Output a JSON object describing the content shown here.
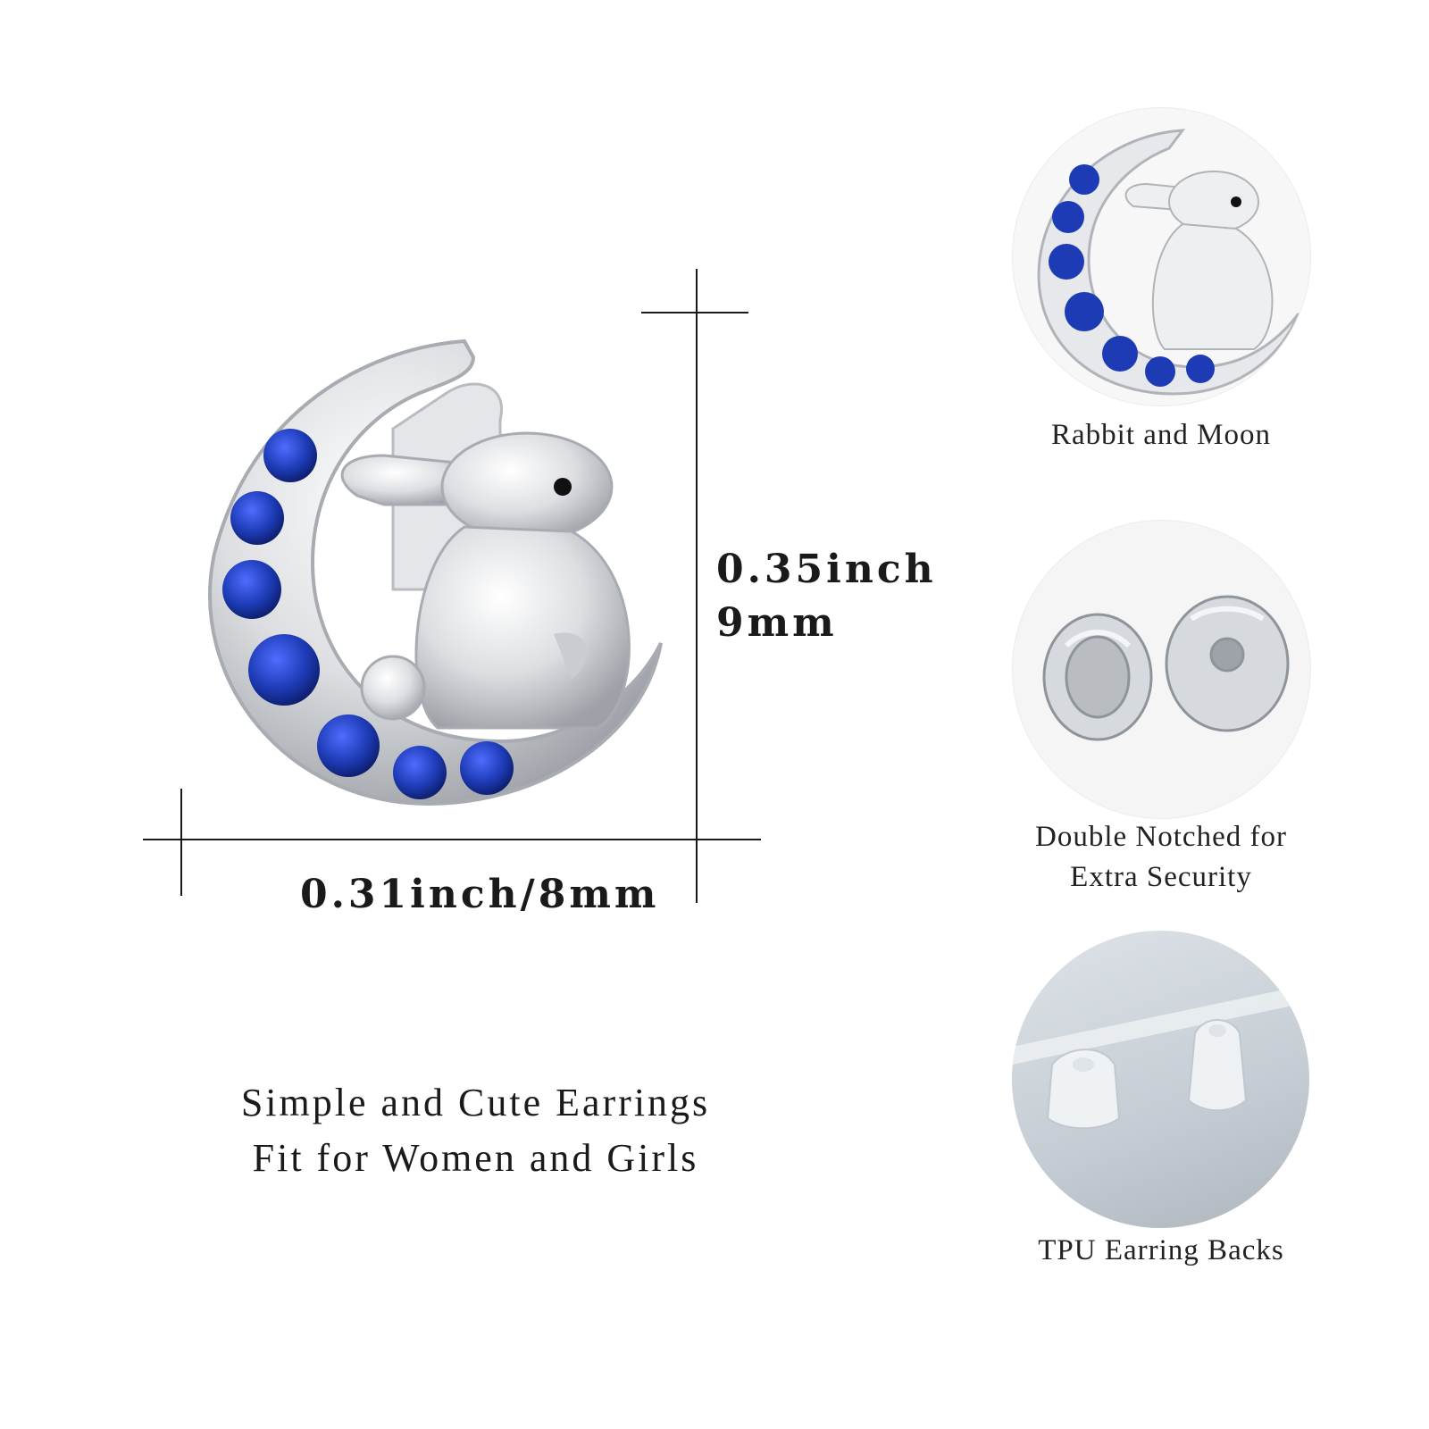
{
  "dimensions": {
    "height_inch": "0.35inch",
    "height_mm": "9mm",
    "width_label": "0.31inch/8mm"
  },
  "tagline": {
    "line1": "Simple and Cute Earrings",
    "line2": "Fit for Women and Girls"
  },
  "features": [
    {
      "caption": "Rabbit and Moon"
    },
    {
      "caption_line1": "Double Notched for",
      "caption_line2": "Extra Security"
    },
    {
      "caption": "TPU Earring Backs"
    }
  ],
  "colors": {
    "gem": "#1d3bb5",
    "silver": "#d9dbde",
    "text": "#1a1a1a"
  }
}
